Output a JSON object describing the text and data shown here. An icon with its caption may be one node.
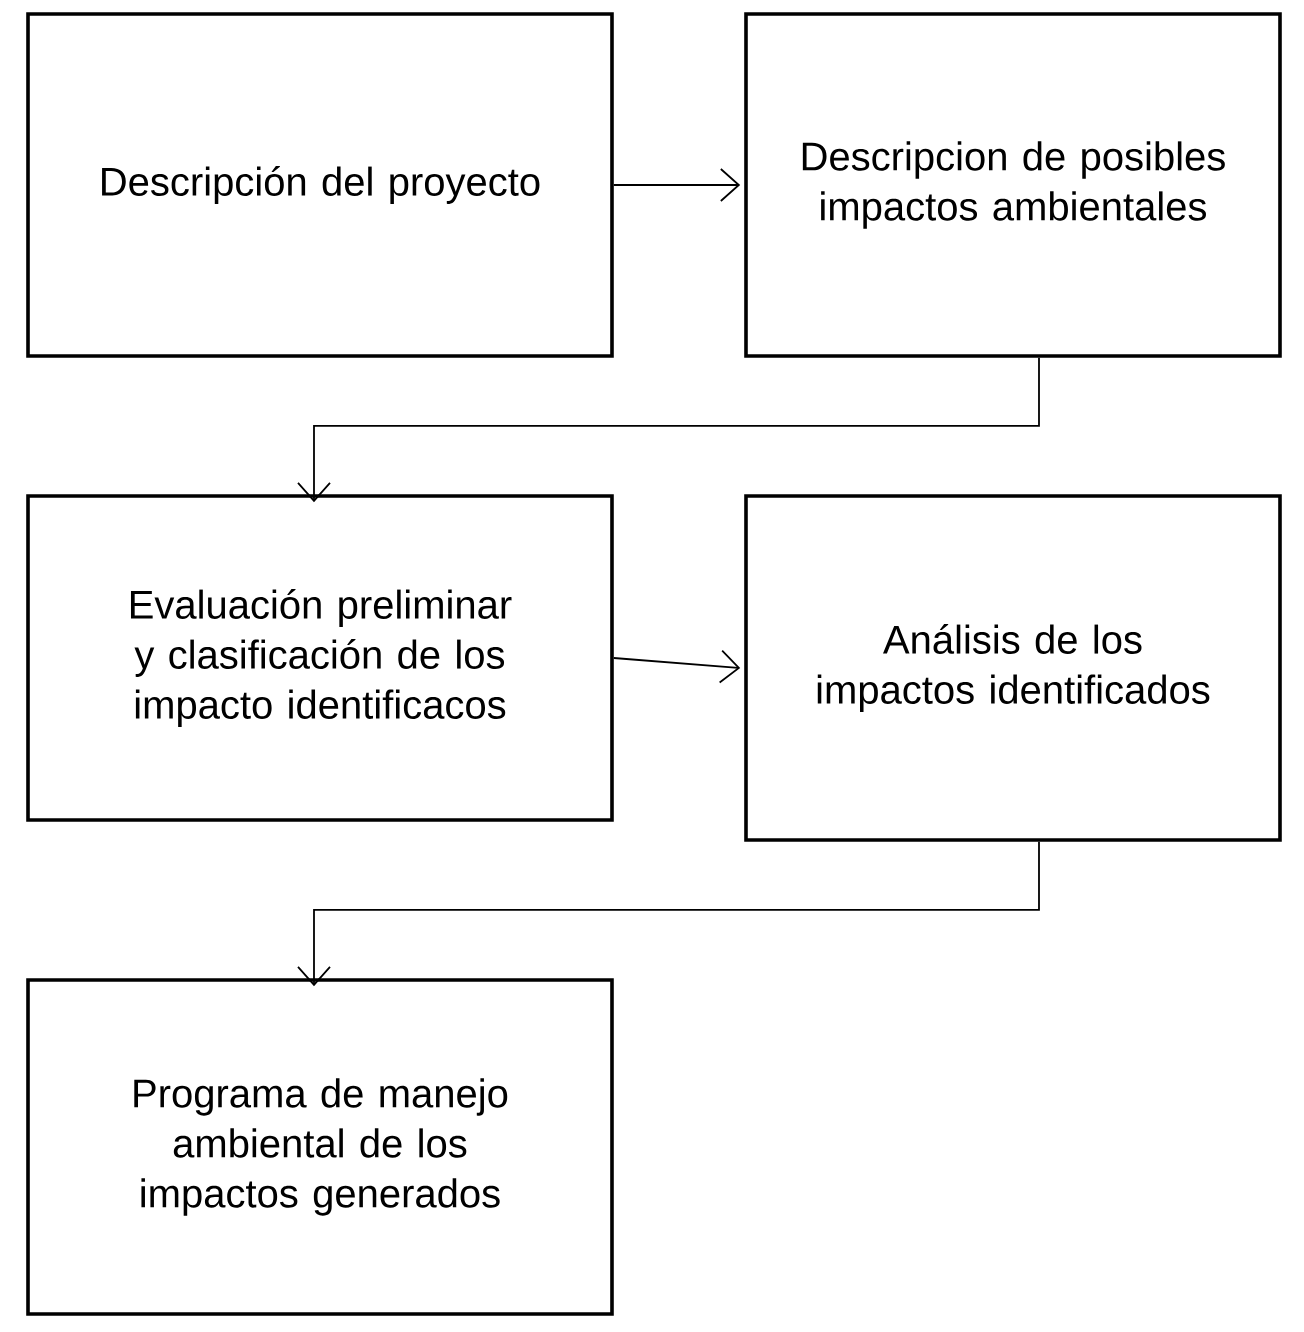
{
  "diagram": {
    "nodes": [
      {
        "text": [
          "Descripción del proyecto"
        ]
      },
      {
        "text": [
          "Descripcion de posibles impactos ambientales"
        ]
      },
      {
        "text": [
          "Evaluación preliminar y clasificación de los impacto identificacos"
        ]
      },
      {
        "text": [
          "Análisis de los impactos identificados"
        ]
      },
      {
        "text": [
          "Programa de manejo ambiental de los impactos generados"
        ]
      }
    ],
    "edges": [
      {
        "from": 0,
        "to": 1,
        "arrow": "to"
      },
      {
        "from": 1,
        "to": 2,
        "arrow": "to"
      },
      {
        "from": 2,
        "to": 3,
        "arrow": "to"
      },
      {
        "from": 3,
        "to": 4,
        "arrow": "to"
      }
    ]
  }
}
